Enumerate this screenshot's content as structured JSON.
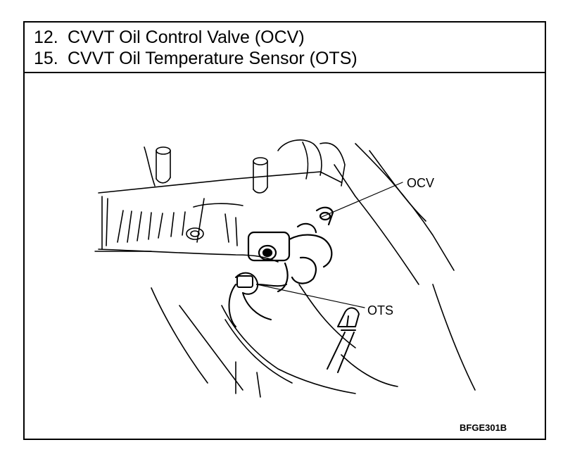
{
  "legend": {
    "items": [
      {
        "number": "12.",
        "label": "CVVT Oil Control Valve (OCV)"
      },
      {
        "number": "15.",
        "label": "CVVT Oil Temperature Sensor (OTS)"
      }
    ]
  },
  "diagram": {
    "callouts": {
      "ocv": "OCV",
      "ots": "OTS"
    },
    "figure_code": "BFGE301B"
  }
}
